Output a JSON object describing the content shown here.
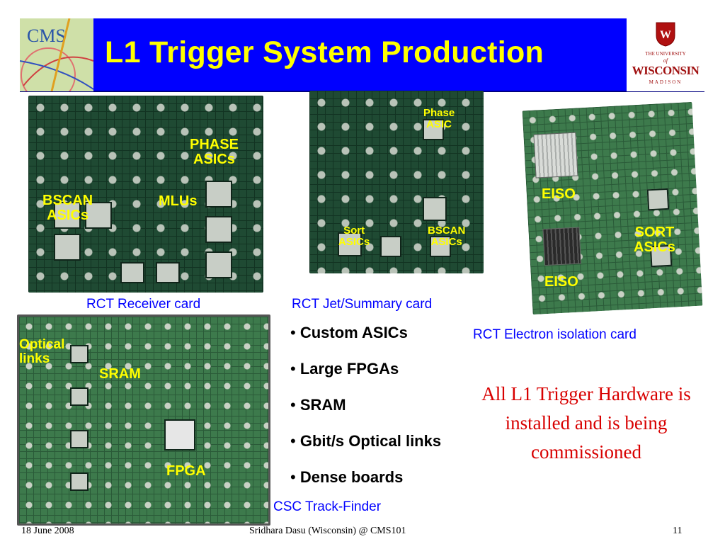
{
  "header": {
    "title": "L1 Trigger System Production",
    "left_logo_text": "CMS",
    "right_logo_lines": [
      "THE UNIVERSITY",
      "of",
      "WISCONSIN",
      "MADISON"
    ],
    "background_color": "#0000ff",
    "title_color": "#ffff00"
  },
  "boards": {
    "receiver": {
      "caption": "RCT Receiver card",
      "labels": {
        "phase": "PHASE\nASICs",
        "bscan": "BSCAN\nASICs",
        "mlus": "MLUs"
      }
    },
    "jet_summary": {
      "caption": "RCT Jet/Summary card",
      "labels": {
        "phase": "Phase\nASIC",
        "sort": "Sort\nASICs",
        "bscan": "BSCAN\nASICs"
      }
    },
    "electron_isolation": {
      "caption": "RCT Electron isolation card",
      "labels": {
        "eiso_top": "EISO",
        "sort": "SORT\nASICs",
        "eiso_bottom": "EISO"
      }
    },
    "csc_track_finder": {
      "caption": "CSC Track-Finder",
      "labels": {
        "optical": "Optical\nlinks",
        "sram": "SRAM",
        "fpga": "FPGA"
      }
    }
  },
  "bullets": [
    "Custom ASICs",
    "Large FPGAs",
    "SRAM",
    "Gbit/s Optical links",
    "Dense boards"
  ],
  "note": "All L1 Trigger Hardware is installed and is being commissioned",
  "footer": {
    "date": "18 June 2008",
    "center": "Sridhara Dasu (Wisconsin) @ CMS101",
    "page": "11"
  },
  "colors": {
    "label_yellow": "#ffff00",
    "caption_blue": "#0000ff",
    "note_red": "#d80000"
  }
}
